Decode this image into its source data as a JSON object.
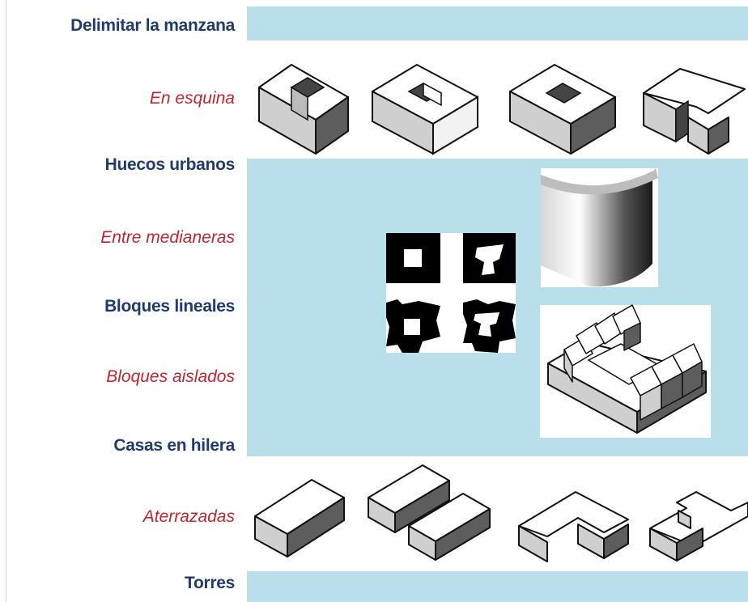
{
  "categories": [
    {
      "key": "manzana",
      "label": "Delimitar la manzana",
      "style": "heading"
    },
    {
      "key": "esquina",
      "label": "En esquina",
      "style": "subtype"
    },
    {
      "key": "huecos",
      "label": "Huecos urbanos",
      "style": "heading"
    },
    {
      "key": "medianeras",
      "label": "Entre medianeras",
      "style": "subtype"
    },
    {
      "key": "lineales",
      "label": "Bloques lineales",
      "style": "heading"
    },
    {
      "key": "aislados",
      "label": "Bloques aislados",
      "style": "subtype"
    },
    {
      "key": "hilera",
      "label": "Casas en hilera",
      "style": "heading"
    },
    {
      "key": "aterrazadas",
      "label": "Aterrazadas",
      "style": "subtype"
    },
    {
      "key": "torres",
      "label": "Torres",
      "style": "heading"
    }
  ],
  "colors": {
    "band": "#b9dfea",
    "heading": "#1f3b70",
    "subtype": "#c0262d"
  },
  "figures": {
    "corner_blocks": [
      "u-shaped-block-icon",
      "courtyard-block-open-icon",
      "courtyard-block-icon",
      "hook-block-icon"
    ],
    "plan_patterns": [
      "square-hole-pattern-icon",
      "shaped-hole-pattern-icon",
      "notched-pattern-icon",
      "combined-pattern-icon"
    ],
    "curved_block": "curved-wall-block-icon",
    "row_houses": "row-houses-u-icon",
    "terraced_blocks": [
      "single-bar-block-icon",
      "double-bar-block-icon",
      "l-shaped-block-icon",
      "t-shaped-block-icon"
    ]
  }
}
